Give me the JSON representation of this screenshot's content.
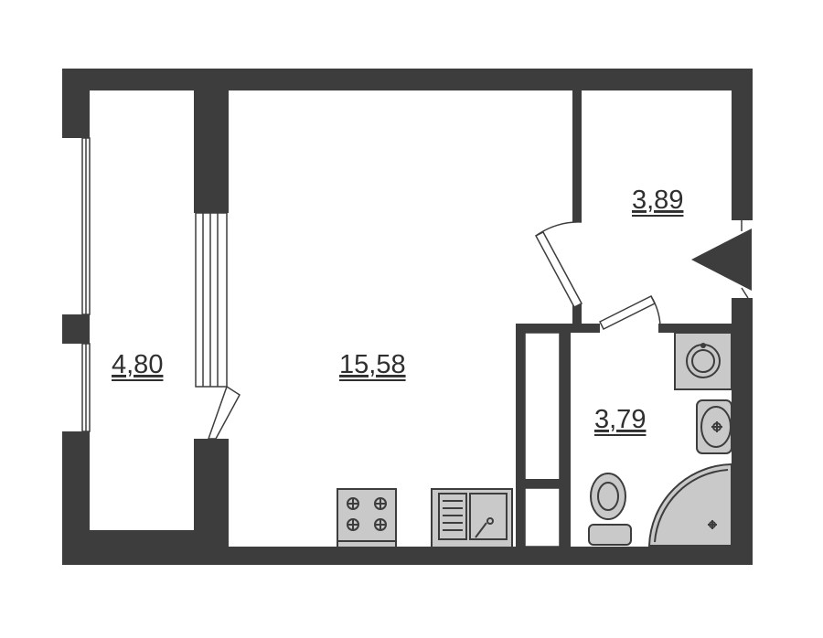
{
  "rooms": {
    "balcony": {
      "area": "4,80"
    },
    "living": {
      "area": "15,58"
    },
    "hall": {
      "area": "3,89"
    },
    "bathroom": {
      "area": "3,79"
    }
  },
  "colors": {
    "wall": "#3d3d3d",
    "fixture": "#c9c9c9",
    "background": "#ffffff"
  },
  "icons": [
    "stove-icon",
    "sink-icon",
    "washing-machine-icon",
    "washbasin-icon",
    "toilet-icon",
    "shower-icon",
    "entrance-arrow-icon"
  ]
}
